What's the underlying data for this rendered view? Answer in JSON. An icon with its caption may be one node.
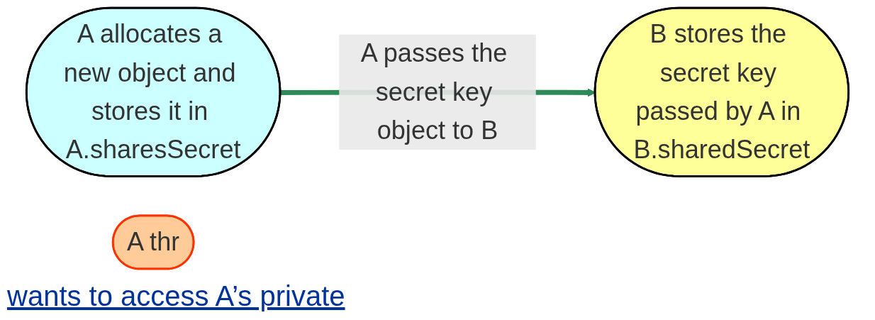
{
  "diagram": {
    "nodes": [
      {
        "text": [
          "A allocates a new object and stores it in A.sharesSecret"
        ]
      },
      {
        "text": [
          "B stores the secret key passed by A in B.sharedSecret"
        ]
      },
      {
        "text": [
          "A thr"
        ]
      }
    ],
    "edges": [
      {
        "from": 0,
        "to": 1,
        "arrow": "to",
        "label": "A passes the secret key object to B",
        "color": "#2e8b57"
      }
    ],
    "labels": [
      "wants to access A’s private"
    ]
  }
}
